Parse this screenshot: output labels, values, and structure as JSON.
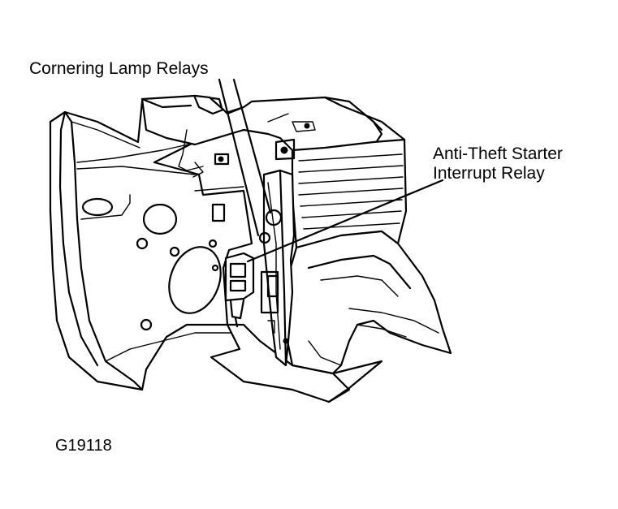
{
  "labels": {
    "cornering_lamp_relays": "Cornering Lamp Relays",
    "anti_theft_line1": "Anti-Theft Starter",
    "anti_theft_line2": "Interrupt Relay"
  },
  "figure_id": "G19118",
  "colors": {
    "ink": "#000000",
    "paper": "#ffffff"
  }
}
